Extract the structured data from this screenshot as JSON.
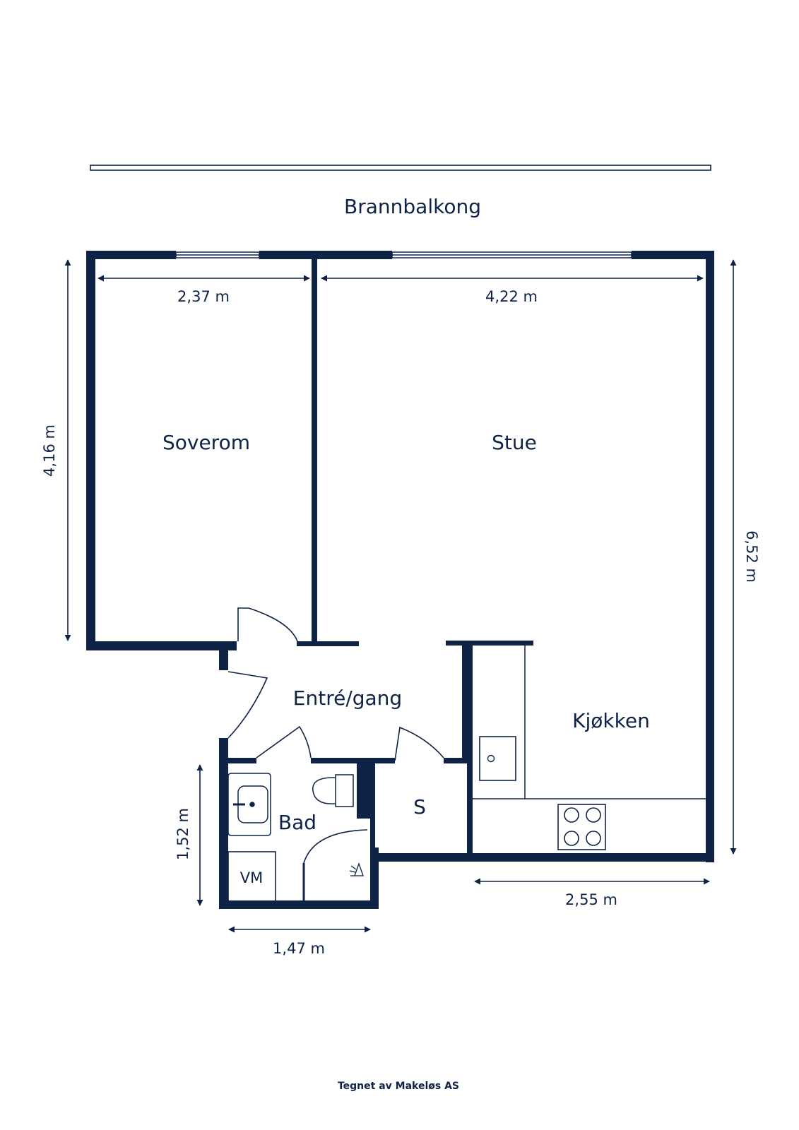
{
  "balcony_label": "Brannbalkong",
  "rooms": {
    "bedroom": "Soverom",
    "living": "Stue",
    "hall": "Entré/gang",
    "kitchen": "Kjøkken",
    "bath": "Bad",
    "storage": "S",
    "washer": "VM"
  },
  "dimensions": {
    "bedroom_width": "2,37 m",
    "living_width": "4,22 m",
    "bedroom_depth": "4,16 m",
    "total_depth": "6,52 m",
    "kitchen_width": "2,55 m",
    "bath_depth": "1,52 m",
    "bath_width": "1,47 m"
  },
  "credit": "Tegnet av Makeløs AS",
  "colors": {
    "wall": "#0f2347",
    "background": "#ffffff"
  }
}
